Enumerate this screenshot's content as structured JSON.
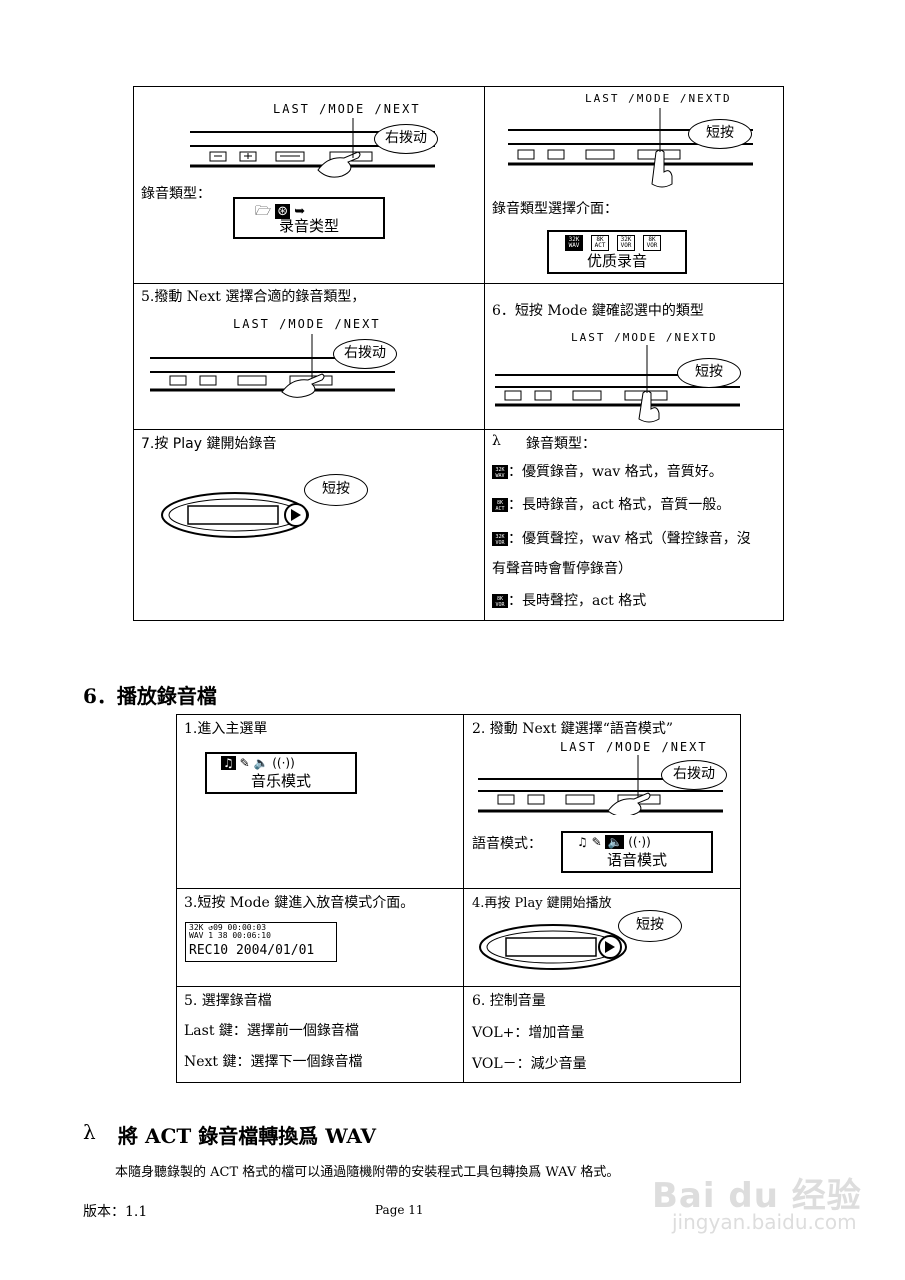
{
  "table1": {
    "r1c1": {
      "diagram_label": "LAST /MODE /NEXT",
      "bubble": "右拨动",
      "caption": "錄音類型：",
      "lcd": "录音类型"
    },
    "r1c2": {
      "diagram_label": "LAST /MODE /NEXTD",
      "bubble": "短按",
      "caption": "錄音類型選擇介面：",
      "lcd": "优质录音",
      "icons": [
        "32K WAV",
        "8K ACT",
        "32K VOR",
        "8K VOR"
      ]
    },
    "r2c1": {
      "title": "5.撥動 Next 選擇合適的錄音類型，",
      "diagram_label": "LAST /MODE /NEXT",
      "bubble": "右拨动"
    },
    "r2c2": {
      "title": "6．短按 Mode 鍵確認選中的類型",
      "diagram_label": "LAST /MODE /NEXTD",
      "bubble": "短按"
    },
    "r3c1": {
      "title": "7.按 Play 鍵開始錄音",
      "bubble": "短按"
    },
    "r3c2": {
      "bullet": "λ",
      "heading": "錄音類型：",
      "items": [
        {
          "icon_top": "32K",
          "icon_bot": "WAV",
          "text": "：優質錄音，wav 格式，音質好。"
        },
        {
          "icon_top": "8K",
          "icon_bot": "ACT",
          "text": "：長時錄音，act 格式，音質一般。"
        },
        {
          "icon_top": "32K",
          "icon_bot": "VOR",
          "text": "：優質聲控，wav 格式（聲控錄音，沒"
        },
        {
          "icon_top": "",
          "icon_bot": "",
          "text": "有聲音時會暫停錄音）"
        },
        {
          "icon_top": "8K",
          "icon_bot": "VOR",
          "text": "：長時聲控，act 格式"
        }
      ]
    }
  },
  "section6": {
    "heading": "6．播放錄音檔",
    "r1c1": {
      "title": "1.進入主選單",
      "lcd": "音乐模式"
    },
    "r1c2": {
      "title": "2.  撥動 Next 鍵選擇“語音模式”",
      "diagram_label": "LAST /MODE /NEXT",
      "bubble": "右拨动",
      "caption": "語音模式：",
      "lcd": "语音模式"
    },
    "r2c1": {
      "title": "3.短按 Mode 鍵進入放音模式介面。",
      "lcd_line1": "32K ↺09 00:00:03",
      "lcd_line1b": "WAV 1 38 00:06:10",
      "lcd_line2": "REC10 2004/01/01"
    },
    "r2c2": {
      "title": "4.再按 Play 鍵開始播放",
      "bubble": "短按"
    },
    "r3c1": {
      "title": "5.  選擇錄音檔",
      "lines": [
        "Last 鍵：選擇前一個錄音檔",
        "Next 鍵：選擇下一個錄音檔"
      ]
    },
    "r3c2": {
      "title": "6.  控制音量",
      "lines": [
        "VOL+：增加音量",
        "VOL－：減少音量"
      ]
    }
  },
  "section_act": {
    "bullet": "λ",
    "heading": "將 ACT 錄音檔轉換爲 WAV",
    "body": "本隨身聽錄製的 ACT 格式的檔可以通過隨機附帶的安裝程式工具包轉換爲 WAV 格式。"
  },
  "footer": {
    "version": "版本：1.1",
    "page": "Page 11"
  },
  "watermark": {
    "logo": "Bai du 经验",
    "url": "jingyan.baidu.com"
  }
}
